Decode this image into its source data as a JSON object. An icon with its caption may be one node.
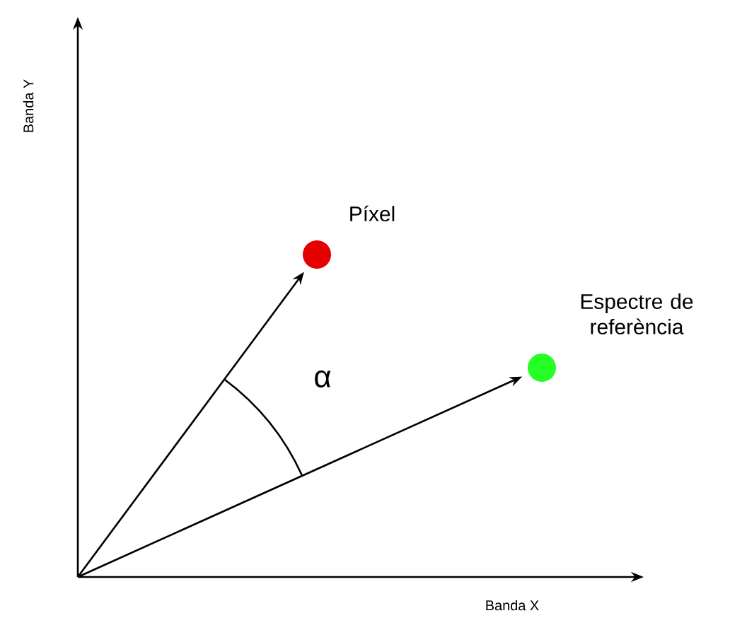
{
  "diagram": {
    "nodes": [
      {
        "text": [],
        "shape": "circle",
        "beside": [
          "Píxel"
        ]
      },
      {
        "text": [],
        "shape": "circle",
        "beside": [
          "Espectre de referència"
        ]
      }
    ],
    "edges": [
      {
        "from": null,
        "to": 0,
        "arrow": "to"
      },
      {
        "from": null,
        "to": 1,
        "arrow": "to"
      }
    ],
    "labels": [
      "Banda Y",
      "Banda X",
      "α"
    ]
  }
}
